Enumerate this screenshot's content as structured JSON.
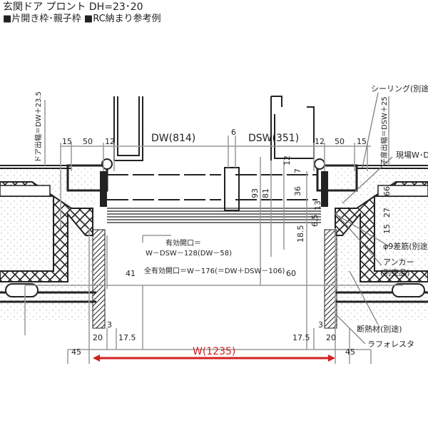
{
  "header": {
    "title": "玄関ドア プロント DH=23･20",
    "subtitle": "■片開き枠･親子枠 ■RC納まり参考例"
  },
  "dimensions_top": [
    "15",
    "50",
    "12",
    "DW(814)",
    "6",
    "DSW(351)",
    "12",
    "50",
    "15"
  ],
  "dimensions_vertical": {
    "left_projection": "ドア出幅＝DW＋23.5",
    "right_projection": "子扉出幅＝DSW＋25",
    "v93": "93",
    "v81": "81",
    "v36": "36",
    "v12": "12",
    "v7": "7",
    "v13": "13",
    "v18_5": "18.5",
    "v6_5": "6.5",
    "v66": "66",
    "v27": "27",
    "v15": "15"
  },
  "openings": {
    "effective_label": "有効開口＝",
    "effective_formula": "W－DSW－128(DW－58)",
    "full_effective": "全有効開口＝W－176(＝DW＋DSW－106)",
    "left_gap": "41",
    "right_gap": "60"
  },
  "dimensions_bottom": {
    "left_3": "3",
    "left_20": "20",
    "left_17_5": "17.5",
    "right_17_5": "17.5",
    "right_3": "3",
    "right_20": "20",
    "left_45": "45",
    "width": "W(1235)",
    "right_45": "45"
  },
  "callouts": {
    "sealing": "シーリング(別途",
    "site_wd": "現場W･D",
    "rebar": "φ9差筋(別途",
    "anchor": "アンカー",
    "anchor_note": "(別売品)",
    "insulation": "断熱材(別途)",
    "laforesta": "ラフォレスタ"
  },
  "colors": {
    "line": "#222222",
    "dim": "#999999",
    "accent": "#d42020"
  }
}
